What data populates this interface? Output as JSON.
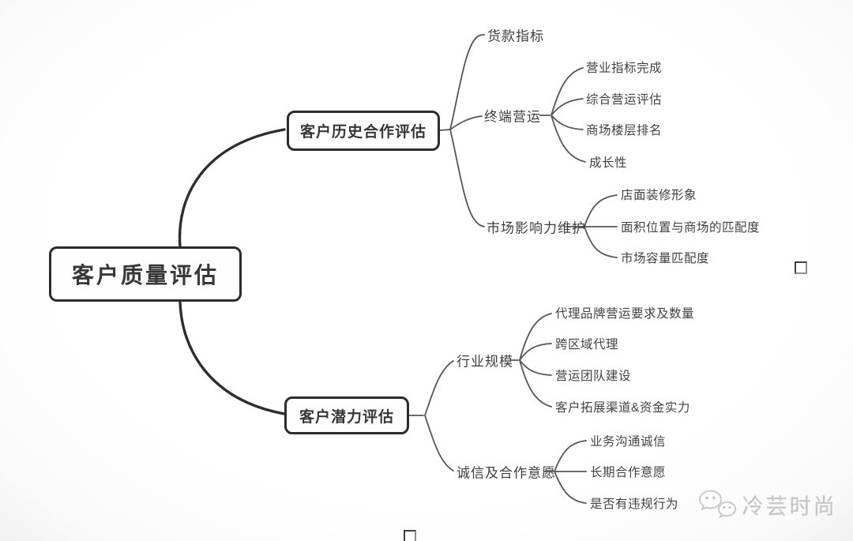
{
  "mindmap": {
    "root": {
      "label": "客户质量评估"
    },
    "branches": [
      {
        "label": "客户历史合作评估",
        "children": [
          {
            "label": "货款指标",
            "children": []
          },
          {
            "label": "终端营运",
            "children": [
              {
                "label": "营业指标完成"
              },
              {
                "label": "综合营运评估"
              },
              {
                "label": "商场楼层排名"
              },
              {
                "label": "成长性"
              }
            ]
          },
          {
            "label": "市场影响力维护",
            "children": [
              {
                "label": "店面装修形象"
              },
              {
                "label": "面积位置与商场的匹配度"
              },
              {
                "label": "市场容量匹配度"
              }
            ]
          }
        ]
      },
      {
        "label": "客户潜力评估",
        "children": [
          {
            "label": "行业规模",
            "children": [
              {
                "label": "代理品牌营运要求及数量"
              },
              {
                "label": "跨区域代理"
              },
              {
                "label": "营运团队建设"
              },
              {
                "label": "客户拓展渠道&资金实力"
              }
            ]
          },
          {
            "label": "诚信及合作意愿",
            "children": [
              {
                "label": "业务沟通诚信"
              },
              {
                "label": "长期合作意愿"
              },
              {
                "label": "是否有违规行为"
              }
            ]
          }
        ]
      }
    ]
  },
  "watermark": {
    "brand": "冷芸时尚",
    "icon": "wechat-icon"
  },
  "colors": {
    "line_thin": "#555555",
    "line_thick": "#2e2e2e",
    "box_border": "#2c2c2c",
    "text": "#3e3e3e",
    "watermark": "#c9c9c9"
  }
}
